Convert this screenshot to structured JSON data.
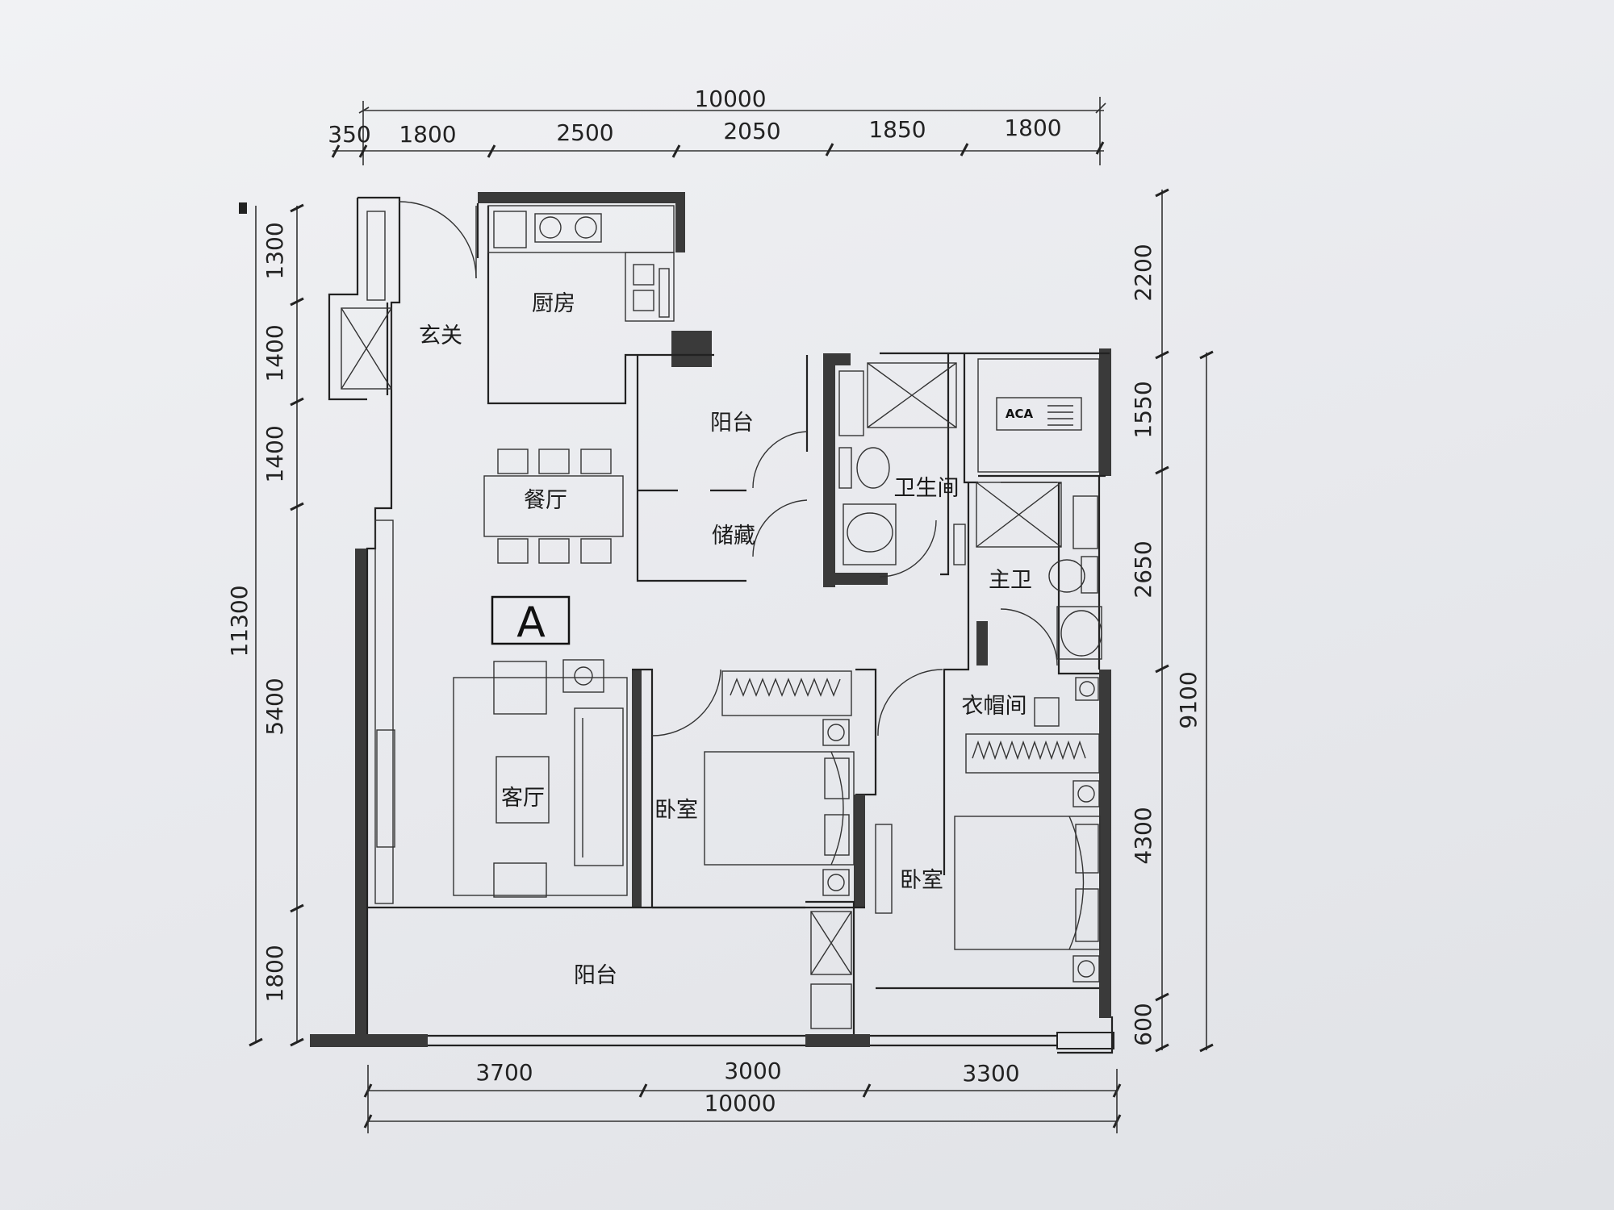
{
  "dimensions": {
    "top_total": "10000",
    "top": [
      "350",
      "1800",
      "2500",
      "2050",
      "1850",
      "1800"
    ],
    "left_total": "11300",
    "left": [
      "1300",
      "1400",
      "1400",
      "5400",
      "1800"
    ],
    "right_total": "9100",
    "right": [
      "2200",
      "1550",
      "2650",
      "4300",
      "600"
    ],
    "bottom": [
      "3700",
      "3000",
      "3300"
    ],
    "bottom_total": "10000"
  },
  "rooms": {
    "entrance": "玄关",
    "kitchen": "厨房",
    "balcony_north": "阳台",
    "dining": "餐厅",
    "storage": "储藏",
    "bathroom": "卫生间",
    "master_bath": "主卫",
    "cloakroom": "衣帽间",
    "living": "客厅",
    "bedroom_2": "卧室",
    "bedroom_master": "卧室",
    "balcony_south": "阳台"
  },
  "unit_mark": "A",
  "appliance_label": "ACA"
}
